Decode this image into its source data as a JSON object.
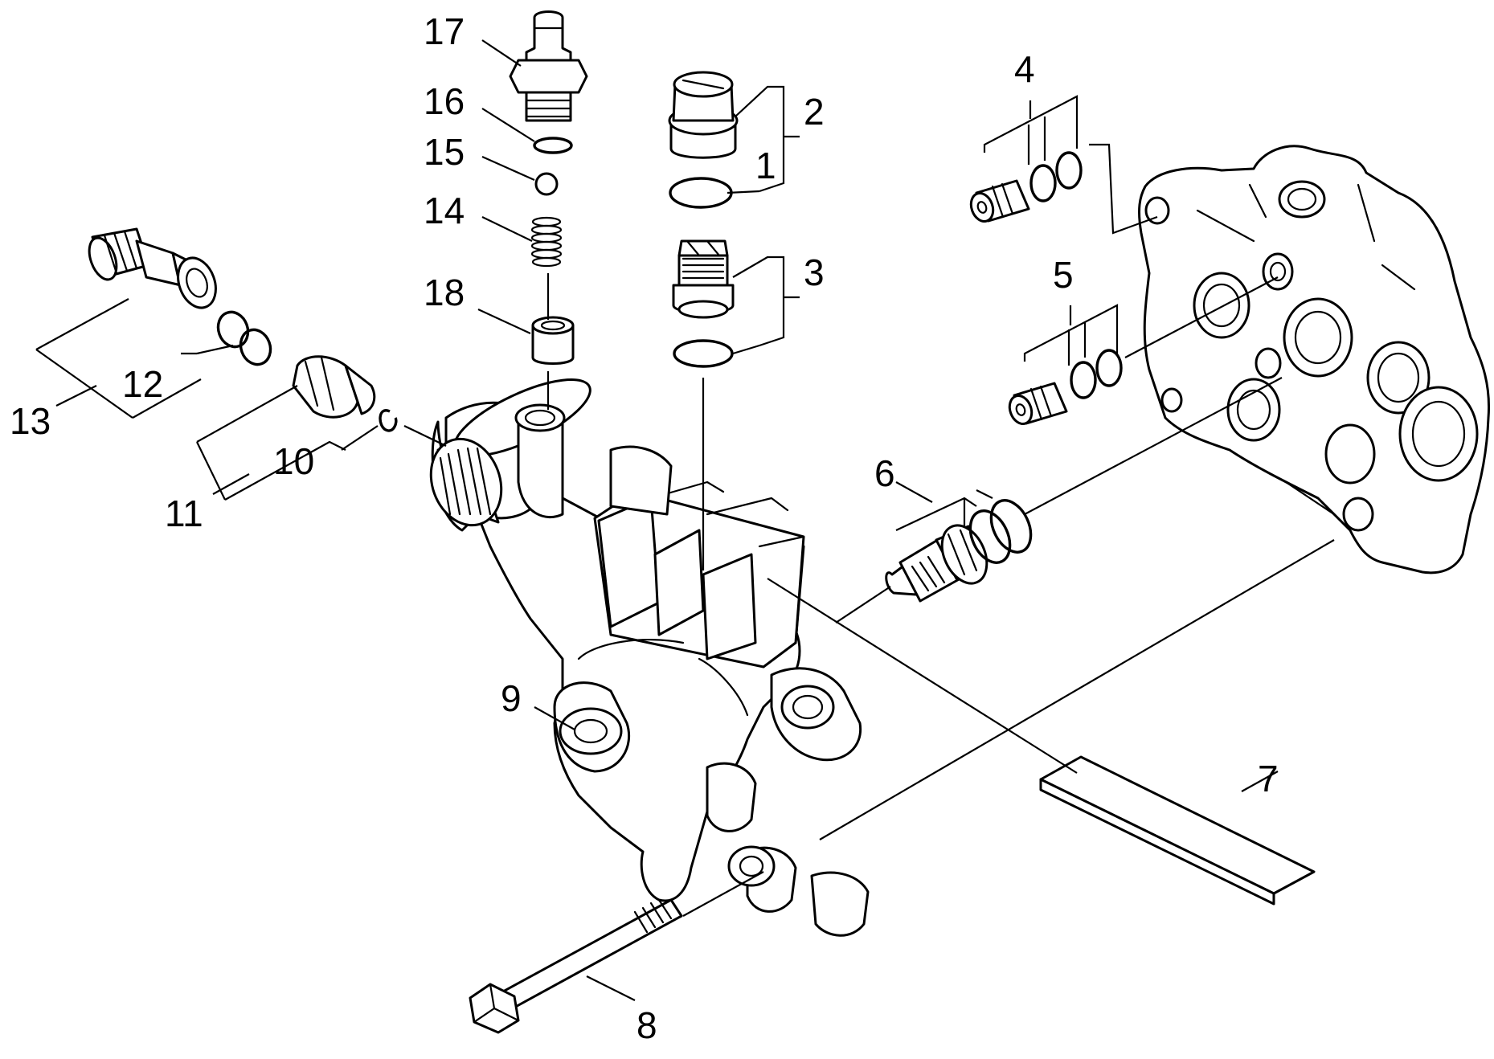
{
  "diagram": {
    "callouts": [
      {
        "id": "1",
        "text": "1"
      },
      {
        "id": "2",
        "text": "2"
      },
      {
        "id": "3",
        "text": "3"
      },
      {
        "id": "4",
        "text": "4"
      },
      {
        "id": "5",
        "text": "5"
      },
      {
        "id": "6",
        "text": "6"
      },
      {
        "id": "7",
        "text": "7"
      },
      {
        "id": "8",
        "text": "8"
      },
      {
        "id": "9",
        "text": "9"
      },
      {
        "id": "10",
        "text": "10"
      },
      {
        "id": "11",
        "text": "11"
      },
      {
        "id": "12",
        "text": "12"
      },
      {
        "id": "13",
        "text": "13"
      },
      {
        "id": "14",
        "text": "14"
      },
      {
        "id": "15",
        "text": "15"
      },
      {
        "id": "16",
        "text": "16"
      },
      {
        "id": "17",
        "text": "17"
      },
      {
        "id": "18",
        "text": "18"
      }
    ],
    "colors": {
      "line": "#000000",
      "background": "#ffffff"
    }
  }
}
